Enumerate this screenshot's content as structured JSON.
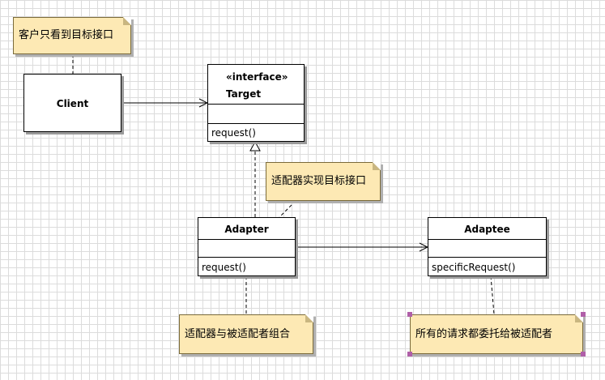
{
  "classes": {
    "target": {
      "stereotype": "«interface»",
      "name": "Target",
      "method": "request()"
    },
    "client": {
      "name": "Client"
    },
    "adapter": {
      "name": "Adapter",
      "method": "request()"
    },
    "adaptee": {
      "name": "Adaptee",
      "method": "specificRequest()"
    }
  },
  "notes": {
    "client_note": "客户只看到目标接口",
    "adapter_impl_note": "适配器实现目标接口",
    "adapter_combo_note": "适配器与被适配者组合",
    "adaptee_note": "所有的请求都委托给被适配者"
  },
  "colors": {
    "note_fill": "#fde9b4",
    "selection_handle": "#b05fa8"
  }
}
